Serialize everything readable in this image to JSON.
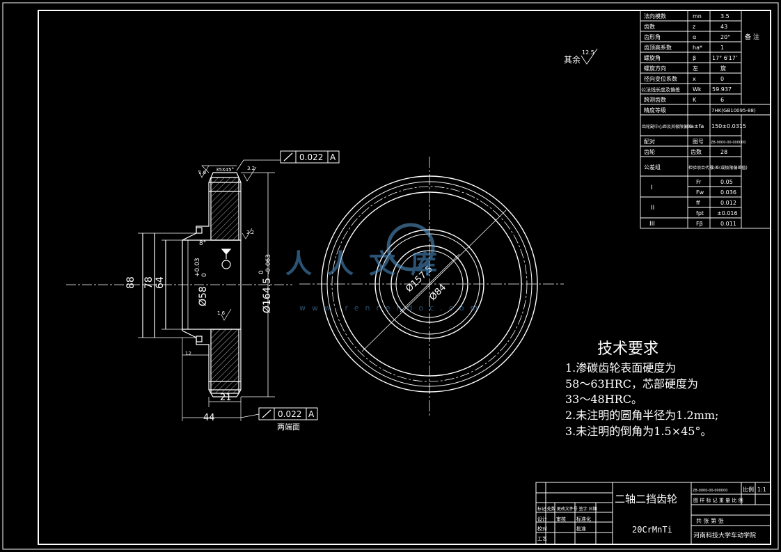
{
  "drawing": {
    "part_name": "二轴二挡齿轮",
    "material": "20CrMnTi",
    "watermark": "人人文库",
    "watermark_url": "www.renrendoc.com",
    "surface_finish_note": "其余",
    "surface_finish_value": "12.5"
  },
  "tolerances": {
    "runout_top_value": "0.022",
    "runout_top_datum": "A",
    "runout_bottom_value": "0.022",
    "runout_bottom_datum": "A",
    "runout_bottom_note": "两端面"
  },
  "dimensions": {
    "d88": "88",
    "d78": "78",
    "d64": "64",
    "bore": "Ø58",
    "bore_tol_upper": "+0.03",
    "bore_tol_lower": "0",
    "tip_dia": "Ø164.5",
    "tip_tol_upper": "0",
    "tip_tol_lower": "-0.063",
    "width_21": "21",
    "width_44": "44",
    "chamfer": "35X45°",
    "angle_8": "8°",
    "small_12": "12",
    "rough_16a": "1.6",
    "rough_16b": "1.6",
    "rough_32a": "3.2",
    "rough_32b": "3.2",
    "circle_d1575": "Ø157.5",
    "circle_d84": "Ø84"
  },
  "tech_requirements": {
    "title": "技术要求",
    "line1": "1.渗碳齿轮表面硬度为",
    "line2": "58～63HRC，芯部硬度为",
    "line3": "33～48HRC。",
    "line4": "2.未注明的圆角半径为1.2mm;",
    "line5": "3.未注明的倒角为1.5×45°。"
  },
  "param_table": {
    "note_label": "备 注",
    "rows": [
      {
        "name": "法向模数",
        "sym": "mn",
        "val": "3.5"
      },
      {
        "name": "齿数",
        "sym": "z",
        "val": "43"
      },
      {
        "name": "齿形角",
        "sym": "α",
        "val": "20°"
      },
      {
        "name": "齿顶高系数",
        "sym": "ha*",
        "val": "1"
      },
      {
        "name": "螺旋角",
        "sym": "β",
        "val": "17° 6′17″"
      },
      {
        "name": "螺旋方向",
        "sym": "左",
        "val": "旋"
      },
      {
        "name": "径向变位系数",
        "sym": "x",
        "val": "0"
      },
      {
        "name": "公法线长度及偏差",
        "sym": "Wk",
        "val": "59.937"
      },
      {
        "name": "跨测齿数",
        "sym": "K",
        "val": "6"
      },
      {
        "name": "精度等级",
        "sym": "",
        "val": "7HK(GB10095-88)"
      },
      {
        "name": "齿轮副中心距及其极限偏差",
        "sym": "a±fa",
        "val": "150±0.0315"
      },
      {
        "name": "配对",
        "sym": "图号",
        "val": "ZB-0000-00-000000"
      },
      {
        "name": "齿轮",
        "sym": "齿数",
        "val": "28"
      },
      {
        "name": "公差组",
        "sym": "检验项目代号",
        "val": "公差(或极限偏差值)"
      }
    ],
    "groups": [
      {
        "group": "I",
        "items": [
          {
            "sym": "Fr",
            "val": "0.05"
          },
          {
            "sym": "Fw",
            "val": "0.036"
          }
        ]
      },
      {
        "group": "II",
        "items": [
          {
            "sym": "ff",
            "val": "0.012"
          },
          {
            "sym": "fpt",
            "val": "±0.016"
          }
        ]
      },
      {
        "group": "III",
        "items": [
          {
            "sym": "Fβ",
            "val": "0.011"
          }
        ]
      }
    ]
  },
  "title_block": {
    "drawing_no": "ZB-0000-00-000000",
    "scale_label": "比例",
    "scale_value": "1:1",
    "row_labels": "图  样  标  记 重 量 比 例",
    "sheet_info": "共   张  第   张",
    "org": "河南科技大学车动学院",
    "rev_headers": "标记 处数 更改文件号 签字 日期",
    "designer": "设计",
    "checker": "校对",
    "review": "审核",
    "std": "标准化",
    "process": "工艺",
    "approve": "批准"
  }
}
